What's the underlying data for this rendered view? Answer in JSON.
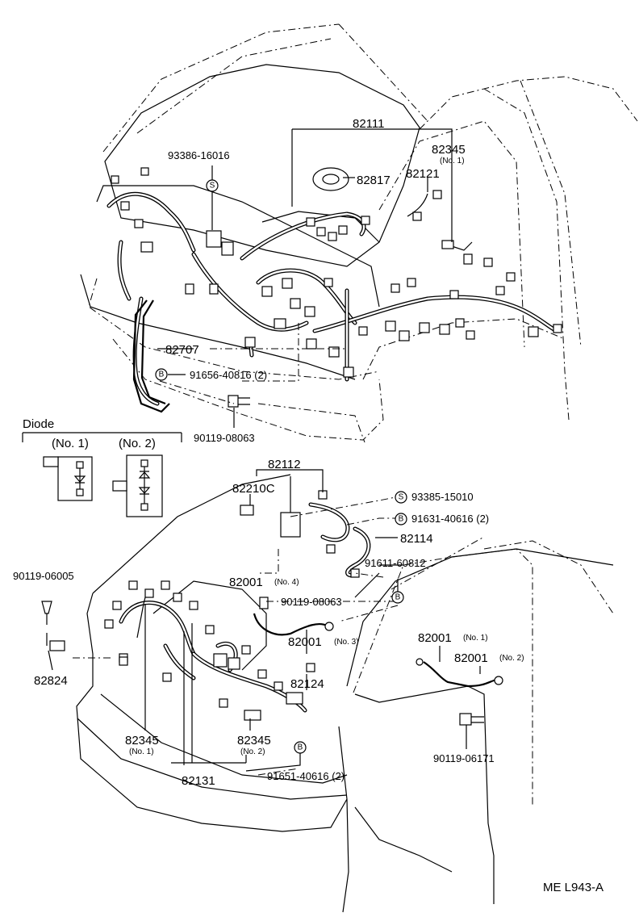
{
  "upper_view": {
    "parts": {
      "p82111": "82111",
      "p82345_1": "82345",
      "p82345_1_note": "(No. 1)",
      "p82817": "82817",
      "p82121": "82121",
      "p93386": "93386-16016",
      "p82707": "82707",
      "p91656": "91656-40816 (2)",
      "p90119_08063": "90119-08063"
    },
    "markers": {
      "s": "S",
      "b": "B"
    }
  },
  "diode_box": {
    "title": "Diode",
    "no1": "(No. 1)",
    "no2": "(No. 2)"
  },
  "lower_view": {
    "parts": {
      "p82112": "82112",
      "p82210c": "82210C",
      "p93385": "93385-15010",
      "p91631": "91631-40616 (2)",
      "p82114": "82114",
      "p91611": "91611-60812",
      "p82001_4": "82001",
      "p82001_4_note": "(No. 4)",
      "p90119_08063b": "90119-08063",
      "p82001_3": "82001",
      "p82001_3_note": "(No. 3)",
      "p82001_1": "82001",
      "p82001_1_note": "(No. 1)",
      "p82001_2": "82001",
      "p82001_2_note": "(No. 2)",
      "p82124": "82124",
      "p90119_06005": "90119-06005",
      "p82824": "82824",
      "p82345a": "82345",
      "p82345a_note": "(No. 1)",
      "p82345b": "82345",
      "p82345b_note": "(No. 2)",
      "p82131": "82131",
      "p91651": "91651-40616 (2)",
      "p90119_06171": "90119-06171"
    },
    "markers": {
      "s": "S",
      "b": "B"
    }
  },
  "footer": {
    "ref": "ME  L943-A"
  }
}
